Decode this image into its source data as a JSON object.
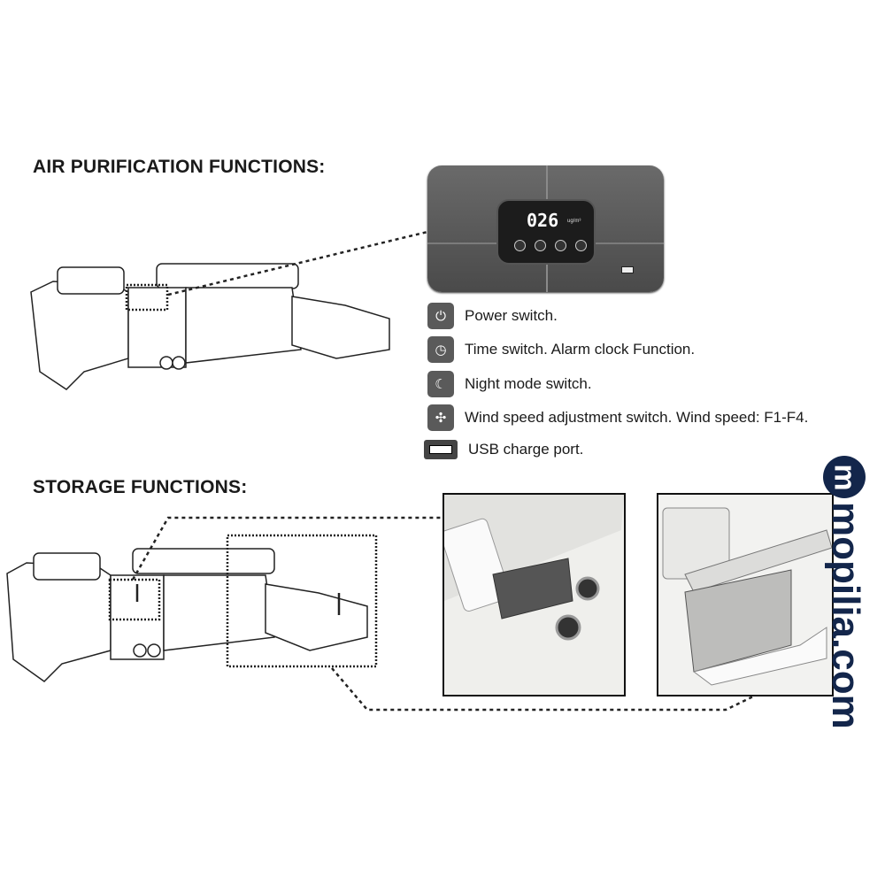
{
  "air_section": {
    "title": "AIR PURIFICATION FUNCTIONS:"
  },
  "control_panel": {
    "display_value": "026",
    "display_unit": "ug/m³"
  },
  "legend": [
    {
      "icon": "power-icon",
      "glyph": "⏻",
      "label": "Power switch."
    },
    {
      "icon": "clock-icon",
      "glyph": "◷",
      "label": "Time switch. Alarm clock Function."
    },
    {
      "icon": "moon-icon",
      "glyph": "☾",
      "label": "Night mode switch."
    },
    {
      "icon": "fan-icon",
      "glyph": "✣",
      "label": "Wind speed adjustment switch. Wind speed: F1-F4."
    },
    {
      "icon": "usb-port-icon",
      "glyph": "",
      "label": "USB charge port."
    }
  ],
  "storage_section": {
    "title": "STORAGE FUNCTIONS:"
  },
  "watermark": {
    "mark": "m",
    "text": "mopilia.com",
    "color": "#13264b",
    "accent": "#f5a623"
  }
}
